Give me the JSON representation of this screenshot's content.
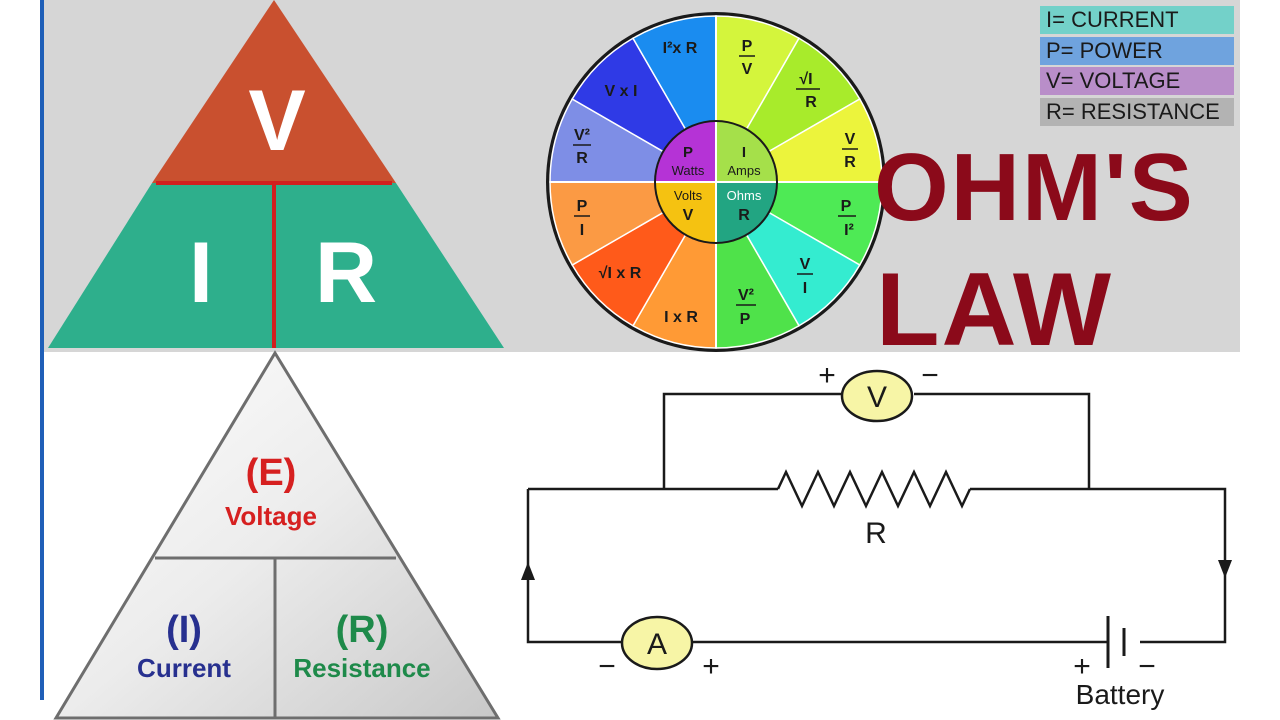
{
  "colors": {
    "brick_red": "#c9502f",
    "teal": "#2eaf8c",
    "dark_red": "#8b0a1a",
    "legend_current": "#73d1c9",
    "legend_power": "#6fa3de",
    "legend_voltage": "#b98ec9",
    "legend_resistance": "#b3b3b3"
  },
  "vir_triangle": {
    "top": "V",
    "bottom_left": "I",
    "bottom_right": "R"
  },
  "wheel": {
    "center": {
      "p": "P",
      "watts": "Watts",
      "i": "I",
      "amps": "Amps",
      "volts": "Volts",
      "v": "V",
      "ohms": "Ohms",
      "r": "R"
    },
    "segments": {
      "i2xr": "I²x R",
      "p_over_v_num": "P",
      "p_over_v_den": "V",
      "sqrt_i_num": "√I",
      "sqrt_i_den": "R",
      "v_over_r_num": "V",
      "v_over_r_den": "R",
      "p_over_i2_num": "P",
      "p_over_i2_den": "I²",
      "v_over_i_num": "V",
      "v_over_i_den": "I",
      "v2_over_p_num": "V²",
      "v2_over_p_den": "P",
      "ixr": "I x R",
      "sqrtixr": "√I x R",
      "p_over_i_num": "P",
      "p_over_i_den": "I",
      "v2_over_r_num": "V²",
      "v2_over_r_den": "R",
      "vxi": "V x I"
    }
  },
  "legend": [
    "I= CURRENT",
    "P= POWER",
    "V= VOLTAGE",
    "R= RESISTANCE"
  ],
  "title": {
    "line1": "OHM'S",
    "line2": "LAW"
  },
  "eir_triangle": {
    "top_symbol": "(E)",
    "top_label": "Voltage",
    "left_symbol": "(I)",
    "left_label": "Current",
    "right_symbol": "(R)",
    "right_label": "Resistance"
  },
  "circuit": {
    "voltmeter": "V",
    "ammeter": "A",
    "resistor_label": "R",
    "battery_label": "Battery",
    "plus": "+",
    "minus": "−"
  }
}
